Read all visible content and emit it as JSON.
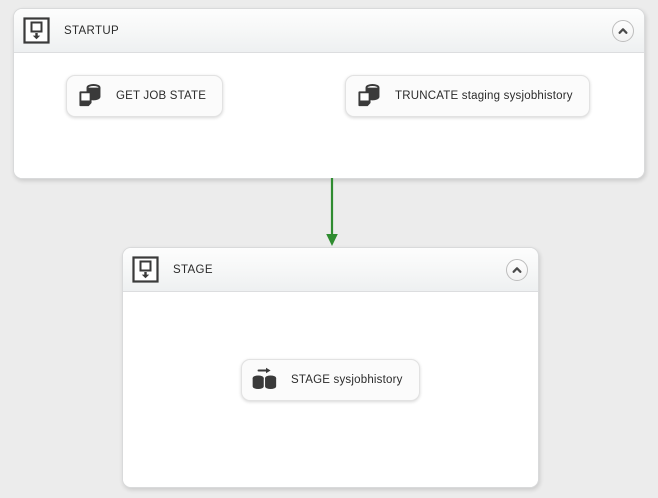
{
  "theme": {
    "canvas_bg": "#ececec",
    "panel_bg": "#ffffff",
    "panel_border": "#d9dadb",
    "header_bg": "#eef0f1",
    "node_bg": "#fbfbfb",
    "node_border": "#e2e2e2",
    "text_color": "#2b2b2b",
    "connector_color": "#2f8c30",
    "icon_color": "#3a3a3a"
  },
  "groups": [
    {
      "id": "startup",
      "title": "STARTUP",
      "icon": "group-startup-icon",
      "collapse_icon": "chevron-up-icon",
      "nodes": [
        {
          "id": "get-job-state",
          "label": "GET JOB STATE",
          "icon": "database-to-table-icon"
        },
        {
          "id": "truncate-staging-sysjobhistory",
          "label": "TRUNCATE staging sysjobhistory",
          "icon": "database-to-table-icon"
        }
      ]
    },
    {
      "id": "stage",
      "title": "STAGE",
      "icon": "group-stage-icon",
      "collapse_icon": "chevron-up-icon",
      "nodes": [
        {
          "id": "stage-sysjobhistory",
          "label": "STAGE sysjobhistory",
          "icon": "database-to-database-icon"
        }
      ]
    }
  ],
  "connectors": [
    {
      "id": "startup-to-stage",
      "from": "startup",
      "to": "stage",
      "color": "#2f8c30",
      "direction": "down"
    }
  ]
}
